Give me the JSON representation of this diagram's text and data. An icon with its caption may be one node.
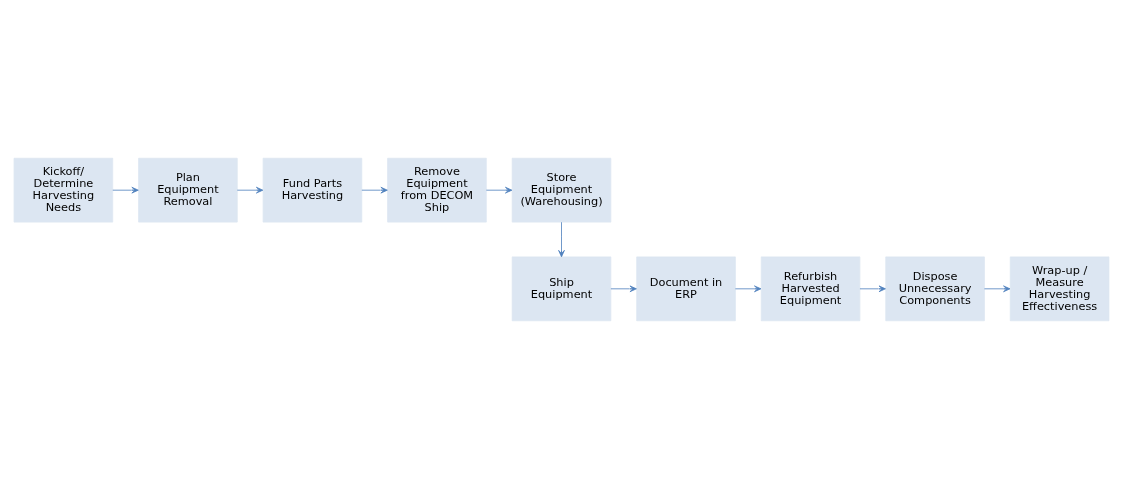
{
  "diagram": {
    "nodes": [
      {
        "text": [
          "Kickoff/ Determine Harvesting Needs"
        ]
      },
      {
        "text": [
          "Plan Equipment Removal"
        ]
      },
      {
        "text": [
          "Fund Parts Harvesting"
        ]
      },
      {
        "text": [
          "Remove Equipment from DECOM Ship"
        ]
      },
      {
        "text": [
          "Store Equipment (Warehousing)"
        ]
      },
      {
        "text": [
          "Ship Equipment"
        ]
      },
      {
        "text": [
          "Document in ERP"
        ]
      },
      {
        "text": [
          "Refurbish Harvested Equipment"
        ]
      },
      {
        "text": [
          "Dispose Unnecessary Components"
        ]
      },
      {
        "text": [
          "Wrap-up / Measure Harvesting Effectiveness"
        ]
      }
    ],
    "edges": [
      {
        "from": 0,
        "to": 1,
        "arrow": "to"
      },
      {
        "from": 1,
        "to": 2,
        "arrow": "to"
      },
      {
        "from": 2,
        "to": 3,
        "arrow": "to"
      },
      {
        "from": 3,
        "to": 4,
        "arrow": "to"
      },
      {
        "from": 4,
        "to": 5,
        "arrow": "to"
      },
      {
        "from": 5,
        "to": 6,
        "arrow": "to"
      },
      {
        "from": 6,
        "to": 7,
        "arrow": "to"
      },
      {
        "from": 7,
        "to": 8,
        "arrow": "to"
      },
      {
        "from": 8,
        "to": 9,
        "arrow": "to"
      }
    ]
  }
}
